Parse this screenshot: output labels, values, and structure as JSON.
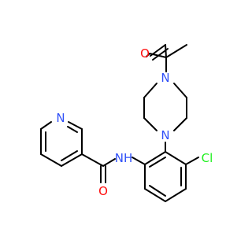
{
  "molecule": {
    "atoms": [
      {
        "id": "o-ketone",
        "text": "O",
        "color": "#ff0d0d"
      },
      {
        "id": "n-piperazine-top",
        "text": "N",
        "color": "#3050f8"
      },
      {
        "id": "n-piperazine-bottom",
        "text": "N",
        "color": "#3050f8"
      },
      {
        "id": "n-pyridine",
        "text": "N",
        "color": "#3050f8"
      },
      {
        "id": "nh-amide",
        "text": "NH",
        "color": "#3050f8"
      },
      {
        "id": "o-amide",
        "text": "O",
        "color": "#ff0d0d"
      },
      {
        "id": "cl",
        "text": "Cl",
        "color": "#1ff01f"
      }
    ],
    "bond_color": "#000000"
  }
}
